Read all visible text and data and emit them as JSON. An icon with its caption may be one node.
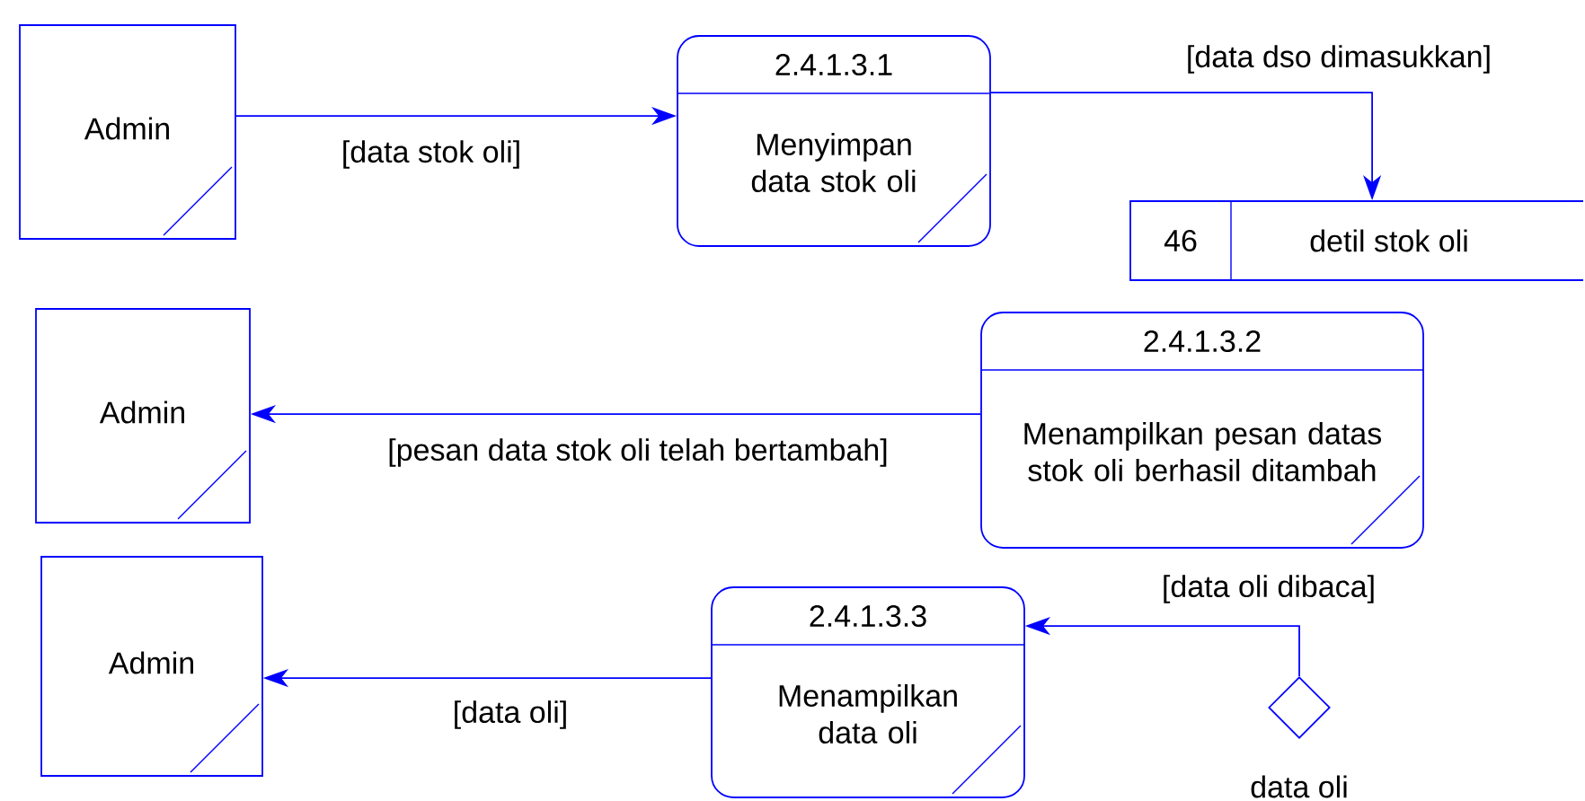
{
  "diagram": {
    "nodes": [
      {
        "text": [
          "Admin"
        ]
      },
      {
        "text": [
          "2.4.1.3.1",
          "Menyimpan data stok oli"
        ]
      },
      {
        "text": [
          "46",
          "detil stok oli"
        ]
      },
      {
        "text": [
          "Admin"
        ]
      },
      {
        "text": [
          "2.4.1.3.2",
          "Menampilkan pesan datas stok oli berhasil ditambah"
        ]
      },
      {
        "text": [
          "Admin"
        ]
      },
      {
        "text": [
          "2.4.1.3.3",
          "Menampilkan data oli"
        ]
      },
      {
        "text": [],
        "shape": "diamond",
        "beside": [
          "data oli"
        ]
      }
    ],
    "edges": [
      {
        "from": 0,
        "to": 1,
        "arrow": "to",
        "label": "[data stok oli]"
      },
      {
        "from": 1,
        "to": 2,
        "arrow": "to",
        "label": "[data dso dimasukkan]"
      },
      {
        "from": 4,
        "to": 3,
        "arrow": "to",
        "label": "[pesan data stok oli telah bertambah]"
      },
      {
        "from": 6,
        "to": 5,
        "arrow": "to",
        "label": "[data oli]"
      },
      {
        "from": 7,
        "to": 6,
        "arrow": "to",
        "label": "[data oli dibaca]"
      }
    ]
  }
}
